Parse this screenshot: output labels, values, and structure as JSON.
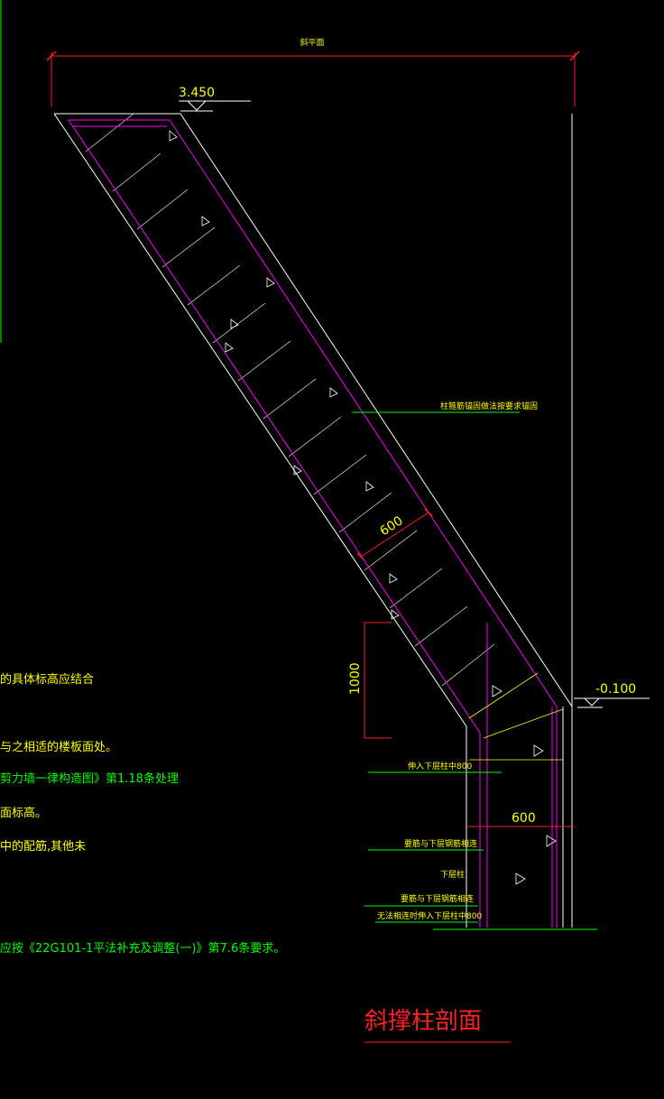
{
  "colors": {
    "background": "#000000",
    "outline": "#ffffff",
    "rebar": "#ff00ff",
    "dimension": "#ff2020",
    "leader": "#00ff00",
    "text": "#ffff00",
    "note": "#00ff00"
  },
  "top_dimension_label": "斜平面",
  "elevation_top": "3.450",
  "elevation_bottom": "-0.100",
  "dim_section_width": "600",
  "dim_column_width": "600",
  "dim_vertical": "1000",
  "callouts": {
    "anchor_note": "柱箍筋锚固做法按要求锚固",
    "extend_into_column": "伸入下层柱中800",
    "connect_lower_1": "要筋与下层钢筋相连",
    "lower_column": "下层柱",
    "connect_lower_2": "要筋与下层钢筋相连",
    "no_connect_extend": "无法相连时伸入下层柱中800"
  },
  "left_notes": [
    "的具体标高应结合",
    "与之相适的楼板面处。",
    "剪力墙一律构造图》第1.18条处理",
    "面标高。",
    "中的配筋,其他未",
    "应按《22G101-1平法补充及调整(一)》第7.6条要求。"
  ],
  "drawing_title": "斜撑柱剖面"
}
